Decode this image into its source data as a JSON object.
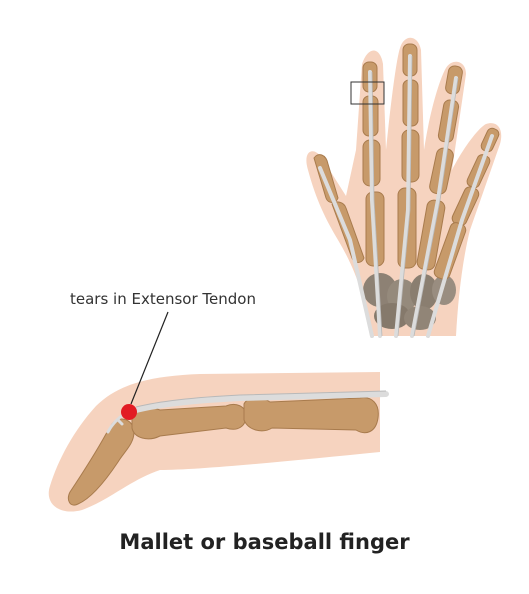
{
  "annotation": {
    "label": "tears in Extensor Tendon"
  },
  "caption": "Mallet or baseball finger",
  "colors": {
    "skin": "#f6d3bf",
    "bone": "#c79a6a",
    "bone_dark": "#a87b4d",
    "tendon": "#dcdcdc",
    "carpal": "#8d8174",
    "injury_marker": "#e21b23",
    "callout_line": "#222222"
  },
  "icons": {
    "injury_marker": "red-dot",
    "detail_box": "rectangle-outline"
  }
}
